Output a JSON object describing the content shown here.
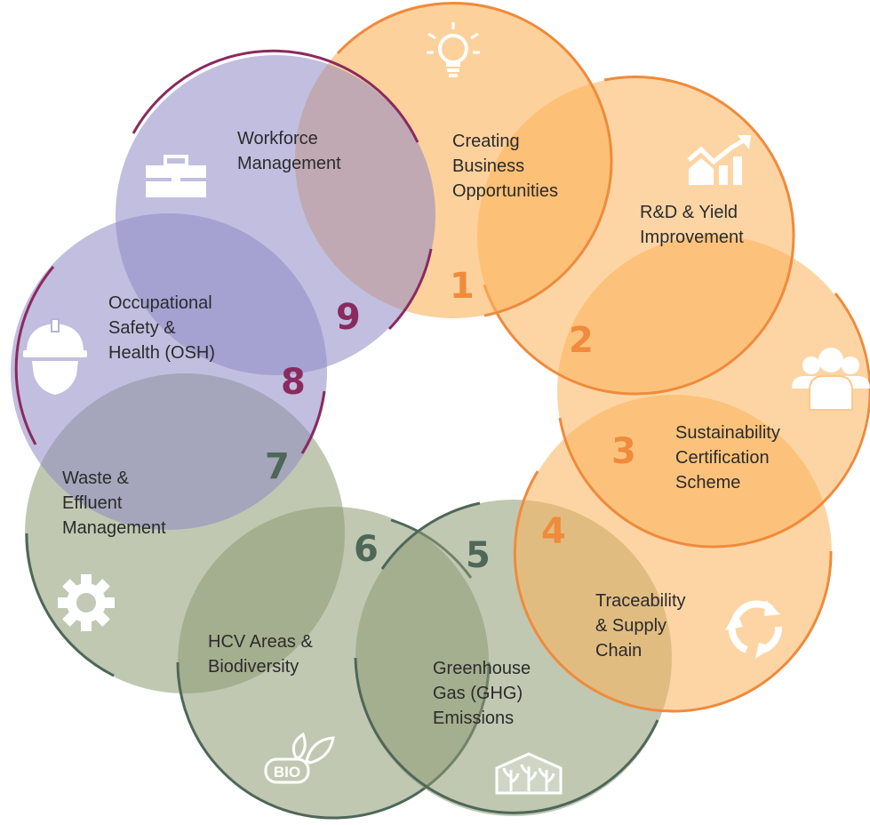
{
  "colors": {
    "orange_fill": "#fbb35a",
    "orange_stroke": "#f08a3c",
    "purple_fill": "#8e88c4",
    "purple_stroke": "#8a2a5e",
    "green_fill": "#8c9a72",
    "green_stroke": "#4e6758",
    "num_orange": "#f08a3c",
    "num_purple": "#8a2a5e",
    "num_green": "#4e6758"
  },
  "segments": [
    {
      "number": "1",
      "lines": [
        "Creating",
        "Business",
        "Opportunities"
      ],
      "icon": "lightbulb-icon",
      "group": "orange"
    },
    {
      "number": "2",
      "lines": [
        "R&D & Yield",
        "Improvement"
      ],
      "icon": "growth-chart-icon",
      "group": "orange"
    },
    {
      "number": "3",
      "lines": [
        "Sustainability",
        "Certification",
        "Scheme"
      ],
      "icon": "people-group-icon",
      "group": "orange"
    },
    {
      "number": "4",
      "lines": [
        "Traceability",
        "& Supply",
        "Chain"
      ],
      "icon": "recycle-arrows-icon",
      "group": "orange"
    },
    {
      "number": "5",
      "lines": [
        "Greenhouse",
        "Gas (GHG)",
        "Emissions"
      ],
      "icon": "greenhouse-plants-icon",
      "group": "green"
    },
    {
      "number": "6",
      "lines": [
        "HCV Areas &",
        "Biodiversity"
      ],
      "icon": "bio-leaf-icon",
      "group": "green"
    },
    {
      "number": "7",
      "lines": [
        "Waste &",
        "Effluent",
        "Management"
      ],
      "icon": "gear-icon",
      "group": "green"
    },
    {
      "number": "8",
      "lines": [
        "Occupational",
        "Safety &",
        "Health (OSH)"
      ],
      "icon": "safety-helmet-icon",
      "group": "purple"
    },
    {
      "number": "9",
      "lines": [
        "Workforce",
        "Management"
      ],
      "icon": "briefcase-icon",
      "group": "purple"
    }
  ],
  "bio_text": "BIO"
}
